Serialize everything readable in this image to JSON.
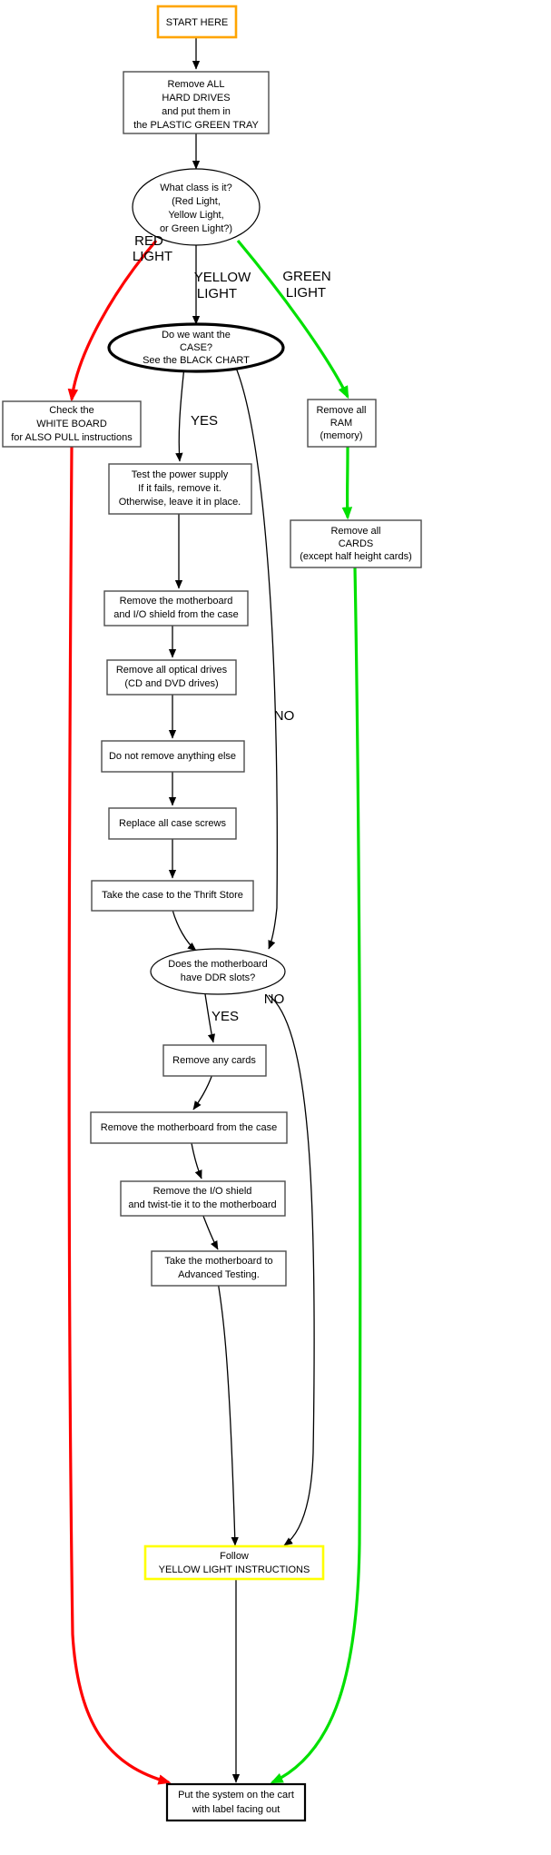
{
  "chart_data": {
    "type": "diagram",
    "title": "Computer Teardown Triage Flowchart",
    "nodes": [
      {
        "id": "start",
        "shape": "box",
        "accent": "orange",
        "lines": [
          "START HERE"
        ]
      },
      {
        "id": "drives",
        "shape": "box",
        "accent": "gray",
        "lines": [
          "Remove ALL",
          "HARD DRIVES",
          "and put them in",
          "the PLASTIC GREEN TRAY"
        ]
      },
      {
        "id": "class",
        "shape": "ellipse",
        "accent": "black",
        "lines": [
          "What class is it?",
          "(Red Light,",
          "Yellow Light,",
          "or Green Light?)"
        ]
      },
      {
        "id": "case",
        "shape": "ellipse",
        "accent": "black-thick",
        "lines": [
          "Do we want the",
          "CASE?",
          "See the BLACK CHART"
        ]
      },
      {
        "id": "whiteboard",
        "shape": "box",
        "accent": "gray",
        "lines": [
          "Check the",
          "WHITE BOARD",
          "for ALSO PULL instructions"
        ]
      },
      {
        "id": "ram",
        "shape": "box",
        "accent": "gray",
        "lines": [
          "Remove all",
          "RAM",
          "(memory)"
        ]
      },
      {
        "id": "cards_green",
        "shape": "box",
        "accent": "gray",
        "lines": [
          "Remove all",
          "CARDS",
          "(except half height cards)"
        ]
      },
      {
        "id": "psu",
        "shape": "box",
        "accent": "gray",
        "lines": [
          "Test the power supply",
          "If it fails, remove it.",
          "Otherwise, leave it in place."
        ]
      },
      {
        "id": "mb_io",
        "shape": "box",
        "accent": "gray",
        "lines": [
          "Remove the motherboard",
          "and I/O shield from the case"
        ]
      },
      {
        "id": "optical",
        "shape": "box",
        "accent": "gray",
        "lines": [
          "Remove all optical drives",
          "(CD and DVD drives)"
        ]
      },
      {
        "id": "nothing_else",
        "shape": "box",
        "accent": "gray",
        "lines": [
          "Do not remove anything else"
        ]
      },
      {
        "id": "screws",
        "shape": "box",
        "accent": "gray",
        "lines": [
          "Replace all case screws"
        ]
      },
      {
        "id": "thrift",
        "shape": "box",
        "accent": "gray",
        "lines": [
          "Take the case to the Thrift Store"
        ]
      },
      {
        "id": "ddr",
        "shape": "ellipse",
        "accent": "black",
        "lines": [
          "Does the motherboard",
          "have DDR slots?"
        ]
      },
      {
        "id": "any_cards",
        "shape": "box",
        "accent": "gray",
        "lines": [
          "Remove any cards"
        ]
      },
      {
        "id": "mb_case",
        "shape": "box",
        "accent": "gray",
        "lines": [
          "Remove the motherboard from the case"
        ]
      },
      {
        "id": "io_shield",
        "shape": "box",
        "accent": "gray",
        "lines": [
          "Remove the I/O shield",
          "and twist-tie it to the motherboard"
        ]
      },
      {
        "id": "advanced",
        "shape": "box",
        "accent": "gray",
        "lines": [
          "Take the motherboard to",
          "Advanced Testing."
        ]
      },
      {
        "id": "follow",
        "shape": "box",
        "accent": "yellow",
        "lines": [
          "Follow",
          "YELLOW LIGHT INSTRUCTIONS"
        ]
      },
      {
        "id": "cart",
        "shape": "box",
        "accent": "black",
        "lines": [
          "Put the system on the cart",
          "with label facing out"
        ]
      }
    ],
    "edge_labels": {
      "red_light": [
        "RED",
        "LIGHT"
      ],
      "yellow_light": [
        "YELLOW",
        "LIGHT"
      ],
      "green_light": [
        "GREEN",
        "LIGHT"
      ],
      "case_yes": "YES",
      "case_no": "NO",
      "ddr_yes": "YES",
      "ddr_no": "NO"
    },
    "colors": {
      "red_path": "#ff0000",
      "green_path": "#00e000",
      "black_path": "#000000",
      "start_border": "#ffa500",
      "follow_border": "#ffff00",
      "box_border": "#4d4d4d",
      "background": "#ffffff"
    }
  },
  "nodes": {
    "start": {
      "l0": "START HERE"
    },
    "drives": {
      "l0": "Remove ALL",
      "l1": "HARD DRIVES",
      "l2": "and put them in",
      "l3": "the PLASTIC GREEN TRAY"
    },
    "class": {
      "l0": "What class is it?",
      "l1": "(Red Light,",
      "l2": "Yellow Light,",
      "l3": "or Green Light?)"
    },
    "case": {
      "l0": "Do we want the",
      "l1": "CASE?",
      "l2": "See the BLACK CHART"
    },
    "whiteboard": {
      "l0": "Check the",
      "l1": "WHITE BOARD",
      "l2": "for ALSO PULL instructions"
    },
    "ram": {
      "l0": "Remove all",
      "l1": "RAM",
      "l2": "(memory)"
    },
    "cards_green": {
      "l0": "Remove all",
      "l1": "CARDS",
      "l2": "(except half height cards)"
    },
    "psu": {
      "l0": "Test the power supply",
      "l1": "If it fails, remove it.",
      "l2": "Otherwise, leave it in place."
    },
    "mb_io": {
      "l0": "Remove the motherboard",
      "l1": "and I/O shield from the case"
    },
    "optical": {
      "l0": "Remove all optical drives",
      "l1": "(CD and DVD drives)"
    },
    "nothing_else": {
      "l0": "Do not remove anything else"
    },
    "screws": {
      "l0": "Replace all case screws"
    },
    "thrift": {
      "l0": "Take the case to the Thrift Store"
    },
    "ddr": {
      "l0": "Does the motherboard",
      "l1": "have DDR slots?"
    },
    "any_cards": {
      "l0": "Remove any cards"
    },
    "mb_case": {
      "l0": "Remove the motherboard from the case"
    },
    "io_shield": {
      "l0": "Remove the I/O shield",
      "l1": "and twist-tie it to the motherboard"
    },
    "advanced": {
      "l0": "Take the motherboard to",
      "l1": "Advanced Testing."
    },
    "follow": {
      "l0": "Follow",
      "l1": "YELLOW LIGHT INSTRUCTIONS"
    },
    "cart": {
      "l0": "Put the system on the cart",
      "l1": "with label facing out"
    }
  },
  "labels": {
    "red_a": "RED",
    "red_b": "LIGHT",
    "yellow_a": "YELLOW",
    "yellow_b": "LIGHT",
    "green_a": "GREEN",
    "green_b": "LIGHT",
    "case_yes": "YES",
    "case_no": "NO",
    "ddr_yes": "YES",
    "ddr_no": "NO"
  }
}
